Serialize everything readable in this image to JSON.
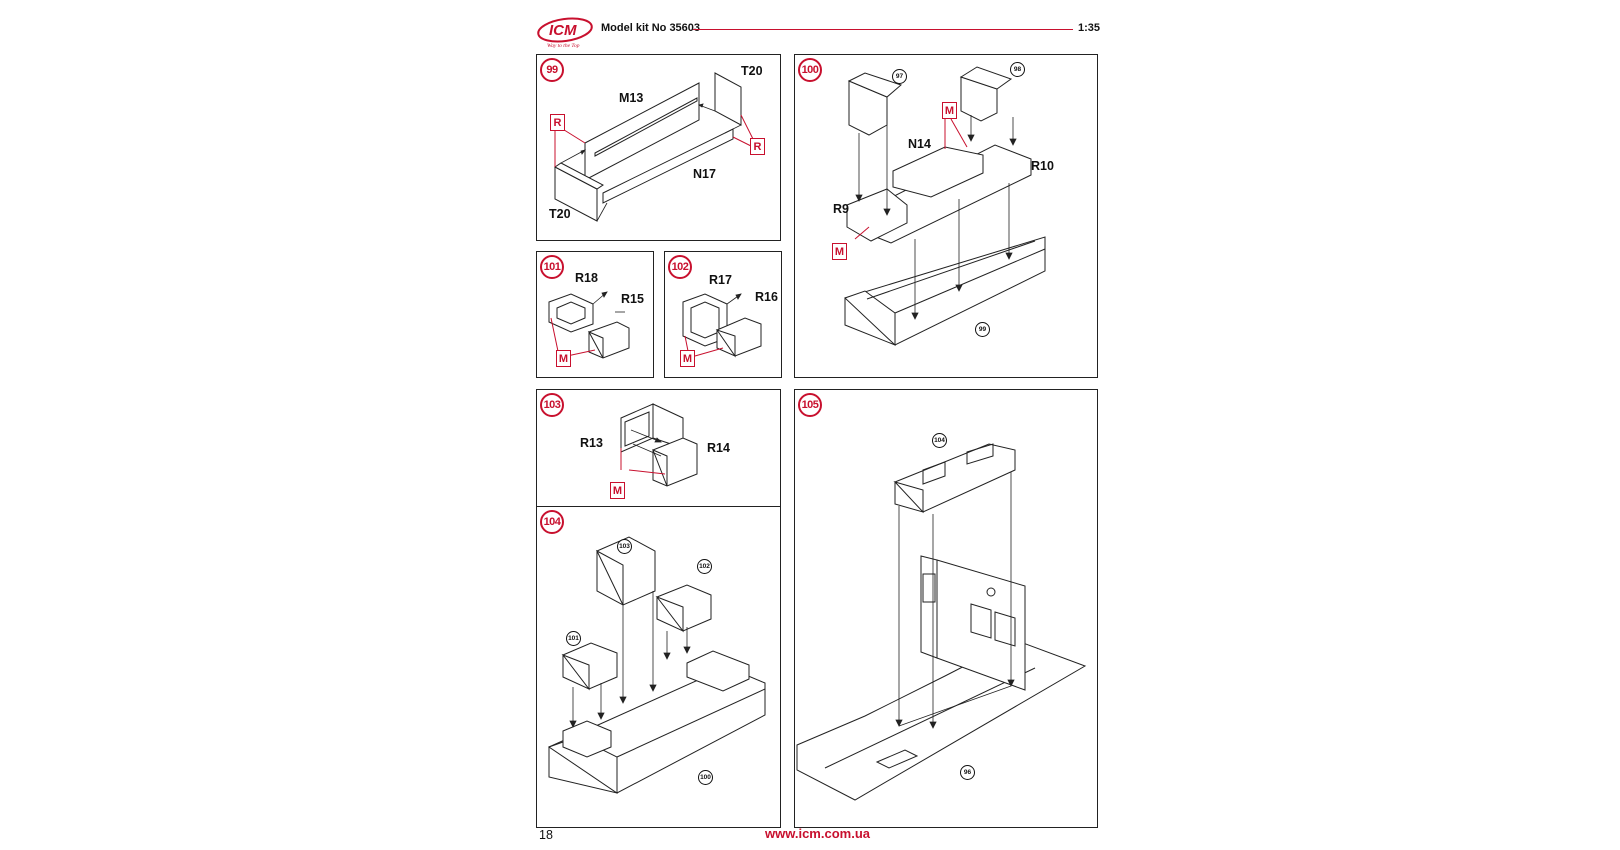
{
  "header": {
    "logo_text": "ICM",
    "logo_slogan": "Way to the Top",
    "kit_label": "Model kit No 35603",
    "scale": "1:35",
    "brand_color": "#c8102e"
  },
  "footer": {
    "page_number": "18",
    "url": "www.icm.com.ua"
  },
  "steps": {
    "s99": {
      "num": "99",
      "labels": {
        "m13": "M13",
        "t20a": "T20",
        "n17": "N17",
        "t20b": "T20"
      },
      "tags": {
        "r1": "R",
        "r2": "R"
      }
    },
    "s100": {
      "num": "100",
      "refs": {
        "r97": "97",
        "r98": "98",
        "r99": "99"
      },
      "labels": {
        "n14": "N14",
        "r10": "R10",
        "r9": "R9"
      },
      "tags": {
        "m1": "M",
        "m2": "M"
      }
    },
    "s101": {
      "num": "101",
      "labels": {
        "r18": "R18",
        "r15": "R15"
      },
      "tags": {
        "m": "M"
      }
    },
    "s102": {
      "num": "102",
      "labels": {
        "r17": "R17",
        "r16": "R16"
      },
      "tags": {
        "m": "M"
      }
    },
    "s103": {
      "num": "103",
      "labels": {
        "r13": "R13",
        "r14": "R14"
      },
      "tags": {
        "m": "M"
      }
    },
    "s104": {
      "num": "104",
      "refs": {
        "r103": "103",
        "r102": "102",
        "r101": "101",
        "r100": "100"
      }
    },
    "s105": {
      "num": "105",
      "refs": {
        "r104": "104",
        "r96": "96"
      }
    }
  }
}
